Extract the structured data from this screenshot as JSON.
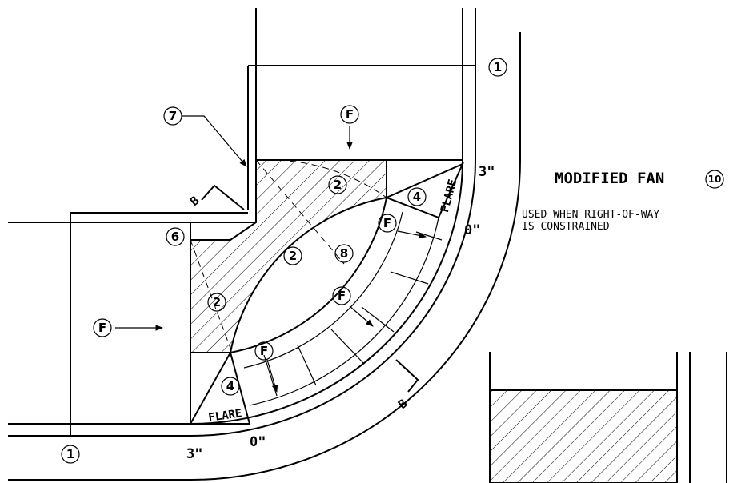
{
  "title": "MODIFIED FAN",
  "title_number": "10",
  "subtitle_line1": "USED WHEN RIGHT-OF-WAY",
  "subtitle_line2": "IS CONSTRAINED",
  "callouts": {
    "one_top": "1",
    "one_bottom": "1",
    "two_upper": "2",
    "two_middle": "2",
    "two_lower": "2",
    "four_upper": "4",
    "four_lower": "4",
    "six": "6",
    "seven": "7",
    "eight": "8",
    "f_top": "F",
    "f_left": "F",
    "f_ramp1": "F",
    "f_ramp2": "F",
    "f_ramp3": "F"
  },
  "labels": {
    "flare_upper": "FLARE",
    "flare_lower": "FLARE",
    "dim_3in_upper": "3\"",
    "dim_0in_upper": "0\"",
    "dim_3in_lower": "3\"",
    "dim_0in_lower": "0\"",
    "section_b_upper": "B",
    "section_b_lower": "B"
  }
}
